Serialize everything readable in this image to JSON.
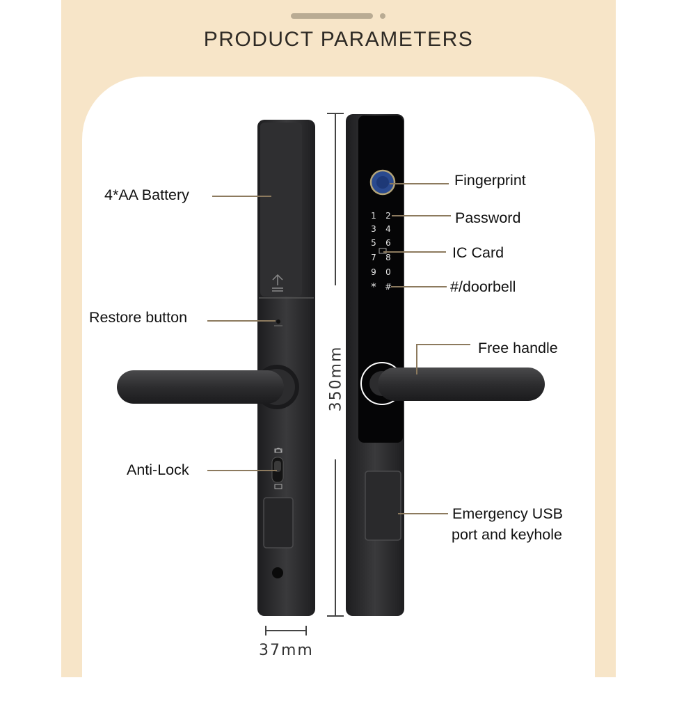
{
  "title": "PRODUCT PARAMETERS",
  "labels": {
    "battery": "4*AA Battery",
    "restore": "Restore button",
    "antilock": "Anti-Lock",
    "fingerprint": "Fingerprint",
    "password": "Password",
    "iccard": "IC Card",
    "doorbell": "#/doorbell",
    "handle": "Free handle",
    "usb_line1": "Emergency USB",
    "usb_line2": "port and keyhole"
  },
  "dimensions": {
    "height": "350mm",
    "width": "37mm"
  },
  "keypad": [
    "1",
    "2",
    "3",
    "4",
    "5",
    "6",
    "7",
    "8",
    "9",
    "0",
    "*",
    "#"
  ],
  "colors": {
    "background_band": "#f7e5c8",
    "lock_body": "#2b2b2d",
    "leader_line": "#8c7a5e"
  }
}
